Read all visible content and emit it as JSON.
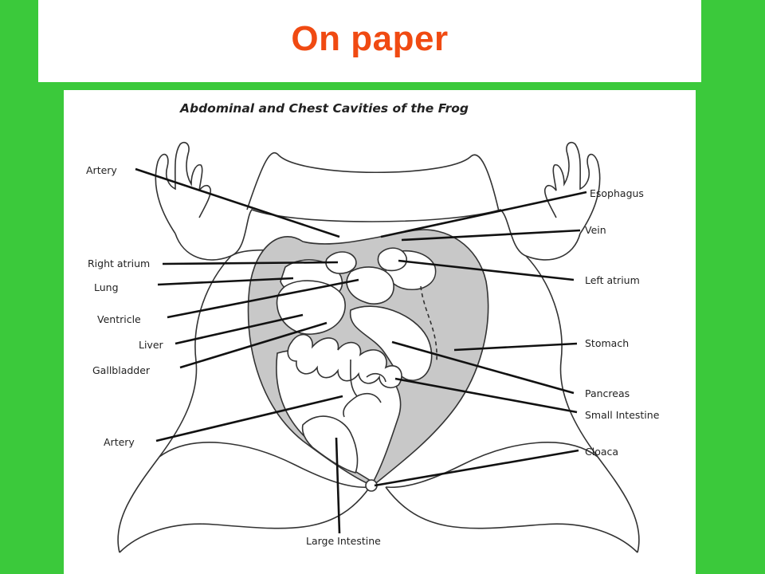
{
  "slide": {
    "title": "On paper",
    "title_color": "#f04a12",
    "background_color": "#3bc93b"
  },
  "diagram": {
    "title": "Abdominal and Chest Cavities of the Frog",
    "labels": {
      "artery_top": "Artery",
      "right_atrium": "Right atrium",
      "lung": "Lung",
      "ventricle": "Ventricle",
      "liver": "Liver",
      "gallbladder": "Gallbladder",
      "artery_bottom": "Artery",
      "esophagus": "Esophagus",
      "vein": "Vein",
      "left_atrium": "Left atrium",
      "stomach": "Stomach",
      "pancreas": "Pancreas",
      "small_intestine": "Small Intestine",
      "cloaca": "Cloaca",
      "large_intestine": "Large Intestine"
    }
  }
}
